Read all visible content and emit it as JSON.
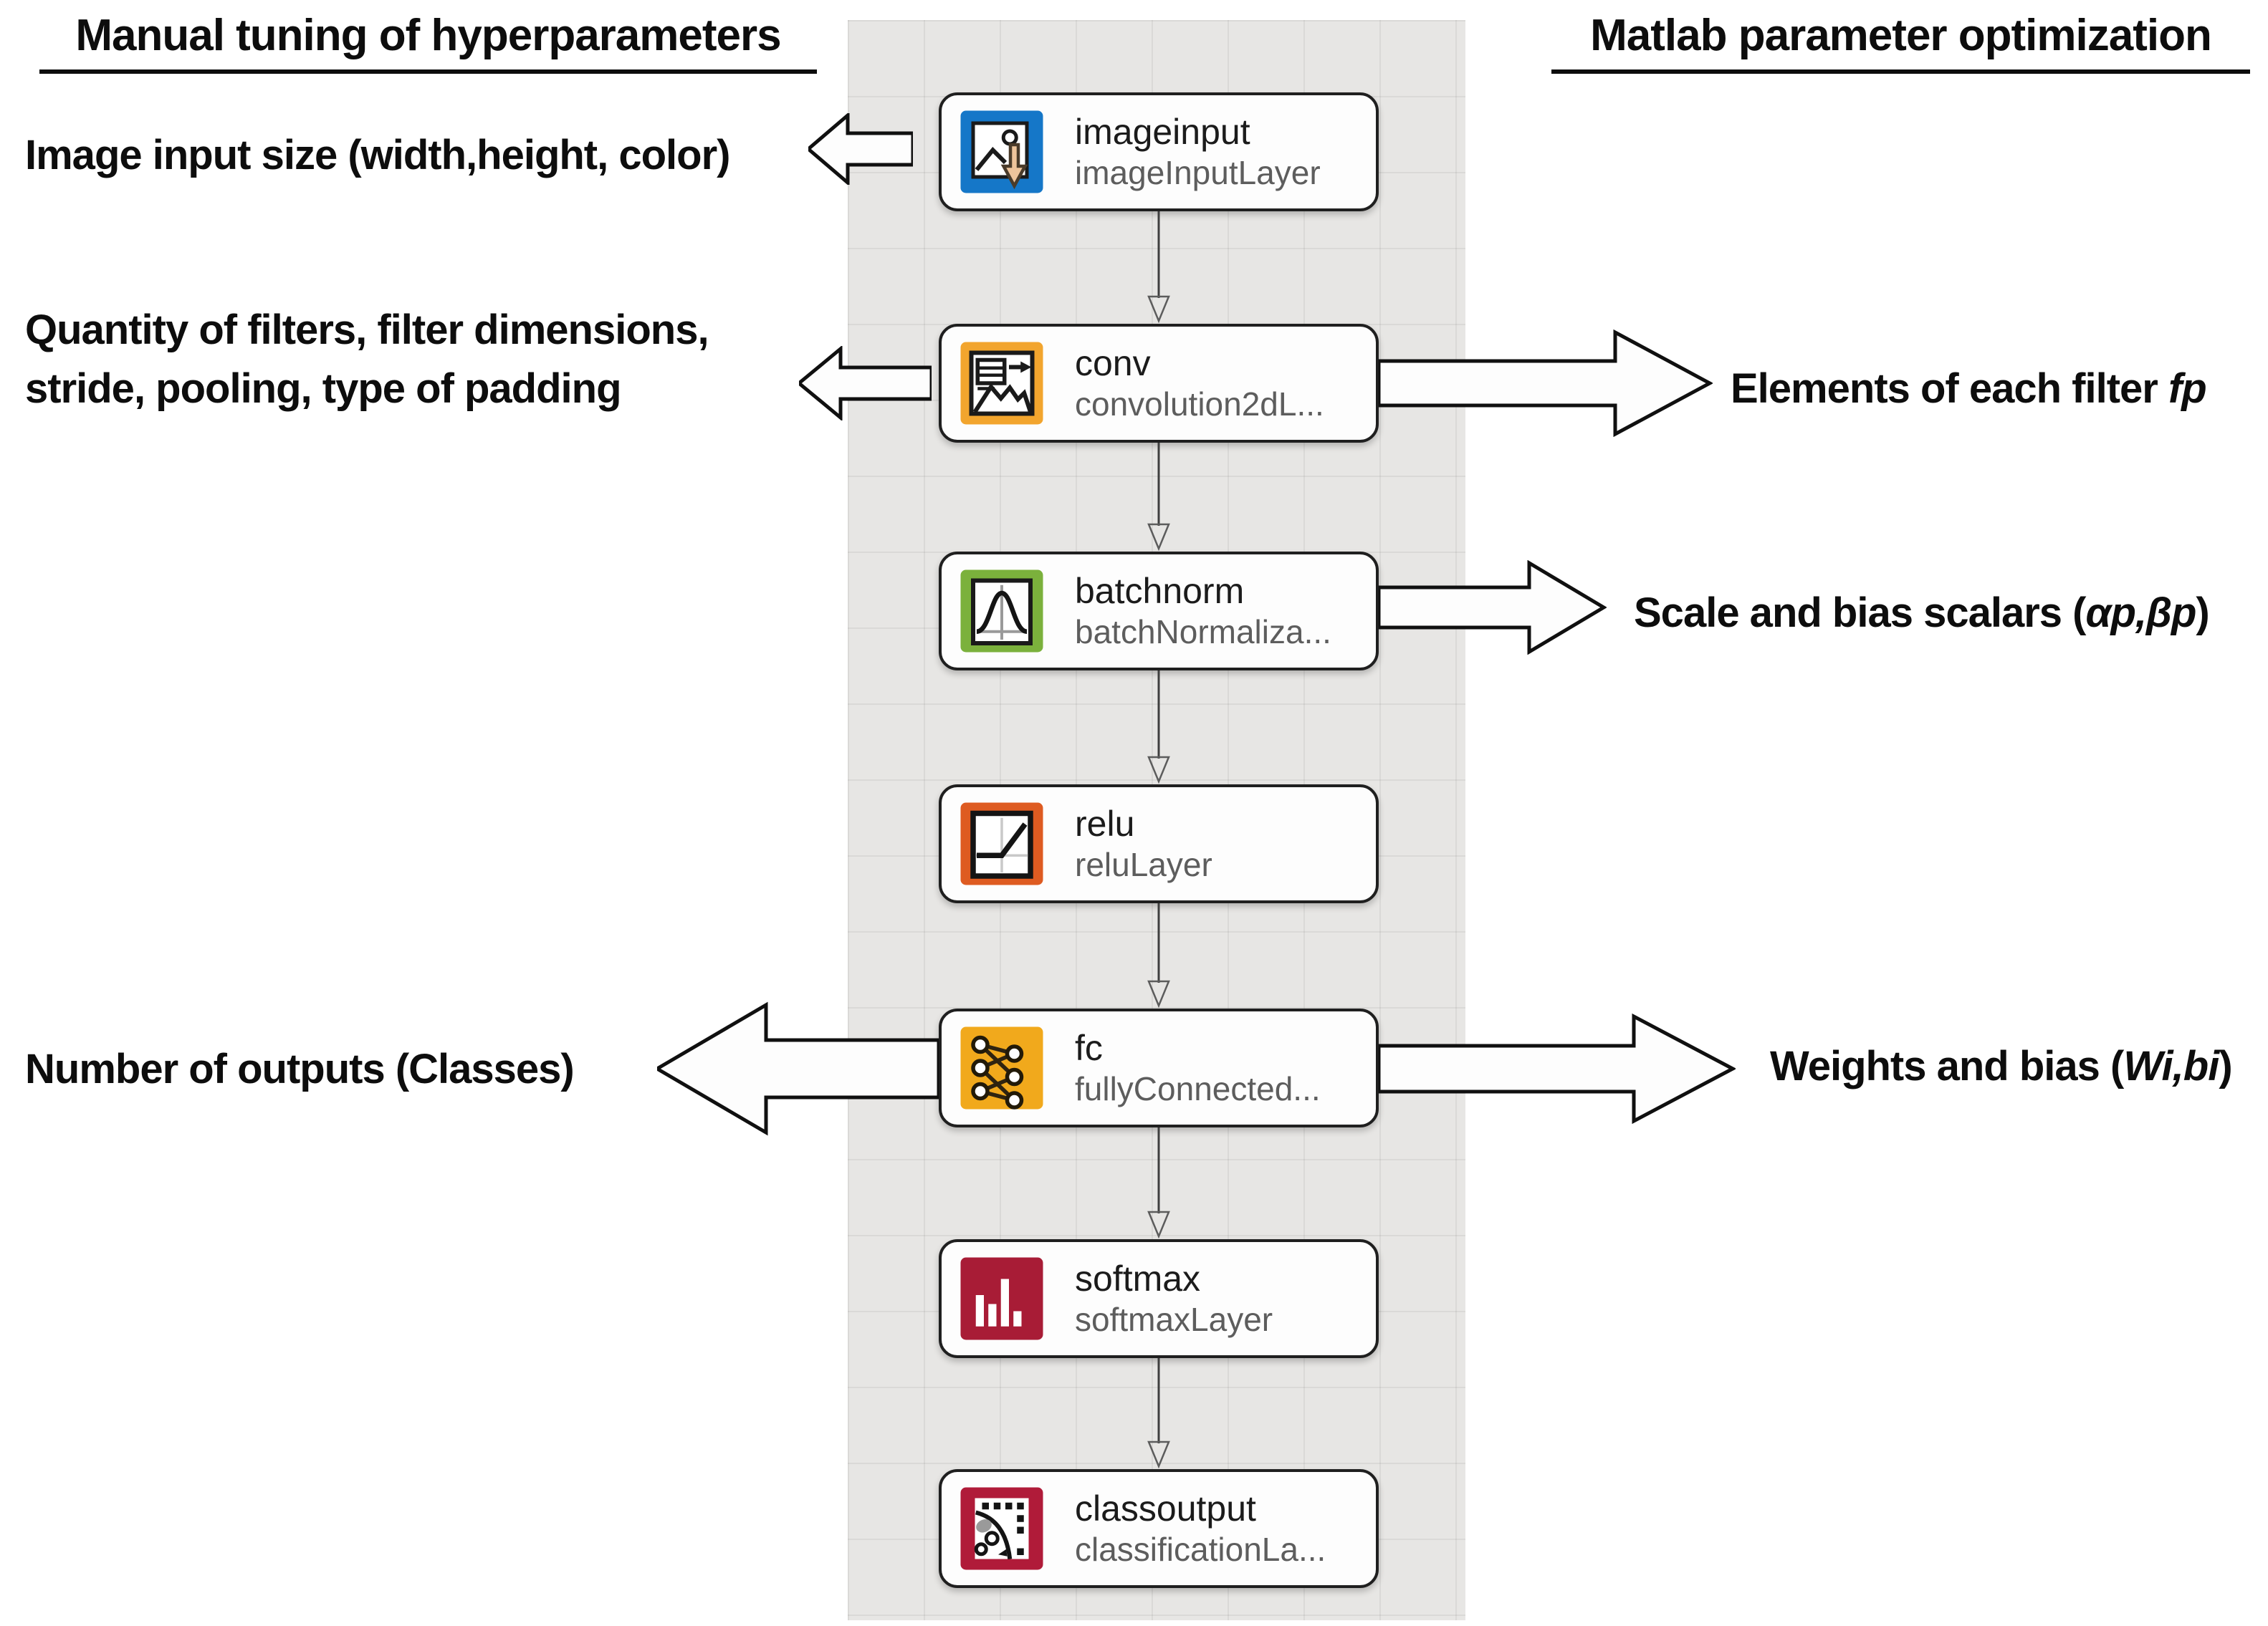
{
  "titles": {
    "left": "Manual tuning of hyperparameters",
    "right": "Matlab parameter optimization"
  },
  "layers": [
    {
      "name": "imageinput",
      "type": "imageInputLayer",
      "icon": "image-input-icon",
      "color": "#1577C8"
    },
    {
      "name": "conv",
      "type": "convolution2dL...",
      "icon": "convolution-icon",
      "color": "#F2A52E"
    },
    {
      "name": "batchnorm",
      "type": "batchNormaliza...",
      "icon": "batch-normalization-icon",
      "color": "#7BB13C"
    },
    {
      "name": "relu",
      "type": "reluLayer",
      "icon": "relu-icon",
      "color": "#DE5B21"
    },
    {
      "name": "fc",
      "type": "fullyConnected...",
      "icon": "fully-connected-icon",
      "color": "#F1A91C"
    },
    {
      "name": "softmax",
      "type": "softmaxLayer",
      "icon": "softmax-icon",
      "color": "#A81C36"
    },
    {
      "name": "classoutput",
      "type": "classificationLa...",
      "icon": "classification-output-icon",
      "color": "#B01B39"
    }
  ],
  "left_annotations": {
    "imageinput": {
      "line1": "Image input size (width,height, color)"
    },
    "conv": {
      "line1": "Quantity of filters, filter dimensions,",
      "line2": "stride, pooling, type of padding"
    },
    "fc": {
      "line1": "Number of outputs (Classes)"
    }
  },
  "right_annotations": {
    "conv": {
      "prefix": "Elements of each filter ",
      "emph": "fp",
      "suffix": ""
    },
    "batchnorm": {
      "prefix": "Scale and bias scalars  (",
      "emph": "αp,βp",
      "suffix": ")"
    },
    "fc": {
      "prefix": "Weights and bias (",
      "emph": "Wi,bi",
      "suffix": ")"
    }
  }
}
